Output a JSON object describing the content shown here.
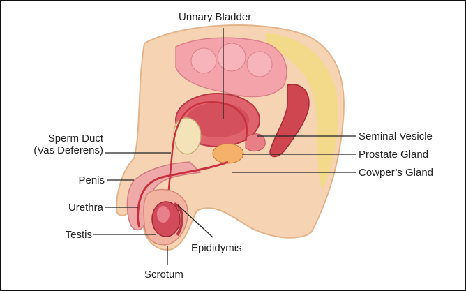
{
  "labels": {
    "urinary_bladder": "Urinary Bladder",
    "sperm_duct_line1": "Sperm Duct",
    "sperm_duct_line2": "(Vas Deferens)",
    "seminal_vesicle": "Seminal Vesicle",
    "prostate_gland": "Prostate Gland",
    "cowpers_gland": "Cowper’s Gland",
    "penis": "Penis",
    "urethra": "Urethra",
    "testis": "Testis",
    "epididymis": "Epididymis",
    "scrotum": "Scrotum"
  },
  "colors": {
    "skin": "#f3c9a2",
    "tissue_pink": "#f2a0a8",
    "tissue_red": "#c8323f",
    "fat_yellow": "#f3d98a",
    "leader_line": "#222222"
  }
}
